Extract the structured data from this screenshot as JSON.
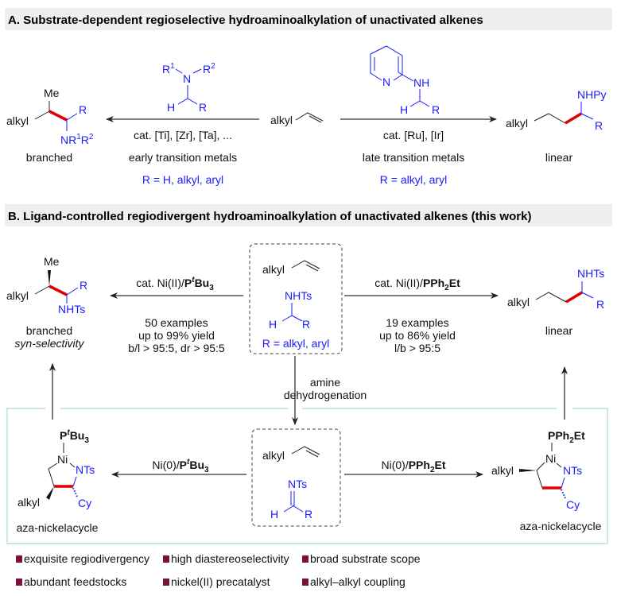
{
  "colors": {
    "accent_blue": "#1a1aff",
    "new_bond_red": "#e00000",
    "bullet": "#7a1040",
    "panel_border": "#a8d8dc",
    "header_bg": "#efefef"
  },
  "sectionA": {
    "title": "A. Substrate-dependent regioselective hydroaminoalkylation of unactivated alkenes",
    "alkene": "alkyl",
    "left": {
      "amine": {
        "r1": "R",
        "r1_sup": "1",
        "n": "N",
        "r2": "R",
        "r2_sup": "2",
        "h": "H",
        "r": "R"
      },
      "catalyst": "cat. [Ti], [Zr], [Ta], ...",
      "metals": "early transition metals",
      "scope": "R = H, alkyl, aryl",
      "product": {
        "alkyl": "alkyl",
        "me": "Me",
        "r": "R",
        "n": "NR",
        "sup1": "1",
        "r2": "R",
        "sup2": "2",
        "label": "branched"
      }
    },
    "right": {
      "amine": {
        "py_n": "N",
        "nh": "NH",
        "h": "H",
        "r": "R"
      },
      "catalyst": "cat. [Ru], [Ir]",
      "metals": "late transition metals",
      "scope": "R = alkyl, aryl",
      "product": {
        "alkyl": "alkyl",
        "nhpy": "NHPy",
        "r": "R",
        "label": "linear"
      }
    }
  },
  "sectionB": {
    "title": "B. Ligand-controlled regiodivergent hydroaminoalkylation of unactivated alkenes (this work)",
    "substrates": {
      "alkyl": "alkyl",
      "nhts": "NHTs",
      "h": "H",
      "r": "R",
      "scope": "R = alkyl, aryl"
    },
    "left": {
      "cat_prefix": "cat. Ni(II)/",
      "lig_p": "P",
      "lig_sup": "t",
      "lig_main": "Bu",
      "lig_sub": "3",
      "stats": [
        "50 examples",
        "up to 99% yield",
        "b/l > 95:5, dr > 95:5"
      ],
      "product": {
        "me": "Me",
        "alkyl": "alkyl",
        "r": "R",
        "nhts": "NHTs",
        "label": "branched",
        "selectivity": "syn-selectivity"
      }
    },
    "right": {
      "cat_prefix": "cat. Ni(II)/",
      "lig_main": "PPh",
      "lig_sub": "2",
      "lig_tail": "Et",
      "stats": [
        "19 examples",
        "up to 86% yield",
        "l/b > 95:5"
      ],
      "product": {
        "alkyl": "alkyl",
        "nhts": "NHTs",
        "r": "R",
        "label": "linear"
      }
    },
    "dehydrogenation": [
      "amine",
      "dehydrogenation"
    ],
    "imine": {
      "alkyl": "alkyl",
      "nts": "NTs",
      "h": "H",
      "r": "R"
    },
    "mech_left": {
      "cat_prefix": "Ni(0)/",
      "lig_p": "P",
      "lig_sup": "t",
      "lig_main": "Bu",
      "lig_sub": "3",
      "ni": "Ni",
      "nts": "NTs",
      "alkyl": "alkyl",
      "cy": "Cy",
      "label": "aza-nickelacycle"
    },
    "mech_right": {
      "cat_prefix": "Ni(0)/",
      "lig_main": "PPh",
      "lig_sub": "2",
      "lig_tail": "Et",
      "ni": "Ni",
      "nts": "NTs",
      "alkyl": "alkyl",
      "cy": "Cy",
      "label": "aza-nickelacycle"
    }
  },
  "features": [
    "exquisite regiodivergency",
    "high diastereoselectivity",
    "broad substrate scope",
    "abundant feedstocks",
    "nickel(II) precatalyst",
    "alkyl–alkyl coupling"
  ]
}
